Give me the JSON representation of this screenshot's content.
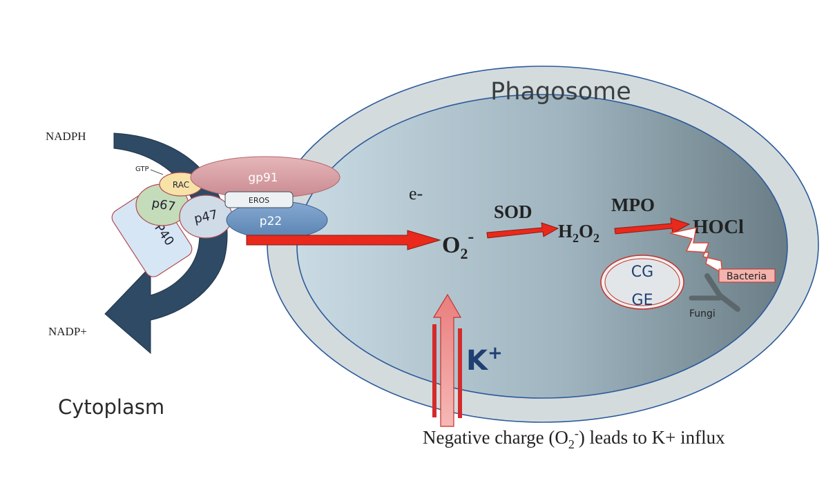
{
  "labels": {
    "phagosome": "Phagosome",
    "nadph": "NADPH",
    "nadp_plus": "NADP+",
    "cytoplasm": "Cytoplasm",
    "gp91": "gp91",
    "p22": "p22",
    "eros": "EROS",
    "gtp": "GTP",
    "rac": "RAC",
    "p67": "p67",
    "p47": "p47",
    "p40": "P40",
    "electron": "e-",
    "sod": "SOD",
    "mpo": "MPO",
    "o2_base": "O",
    "o2_sub": "2",
    "o2_sup": "-",
    "h2o2_h": "H",
    "h2o2_sub1": "2",
    "h2o2_o": "O",
    "h2o2_sub2": "2",
    "hocl": "HOCl",
    "cg": "CG",
    "ge": "GE",
    "bacteria": "Bacteria",
    "fungi": "Fungi",
    "k_base": "K",
    "k_sup": "+",
    "caption_pre": "Negative charge (O",
    "caption_sub": "2",
    "caption_sup": "-",
    "caption_post": ") leads to K+ influx"
  },
  "colors": {
    "phagosome_rim": "#d3dadc",
    "phagosome_inner_light": "#c6d7e0",
    "phagosome_inner_dark": "#6f828b",
    "outline_blue": "#2b5a9a",
    "nadph_arrow": "#2e4a64",
    "arrow_red": "#e8291c",
    "k_arrow_fill": "#ee8c8c",
    "k_bars": "#d42b2b",
    "k_text": "#1f3f73",
    "gp91_fill": "#dba6aa",
    "p22_fill": "#6b94c0",
    "rac_fill": "#f7e3a8",
    "p67_fill": "#c4dcb9",
    "p47_fill": "#cfdbe6",
    "p40_fill": "#d7e6f4",
    "cg_ge_text": "#1f3f73"
  }
}
